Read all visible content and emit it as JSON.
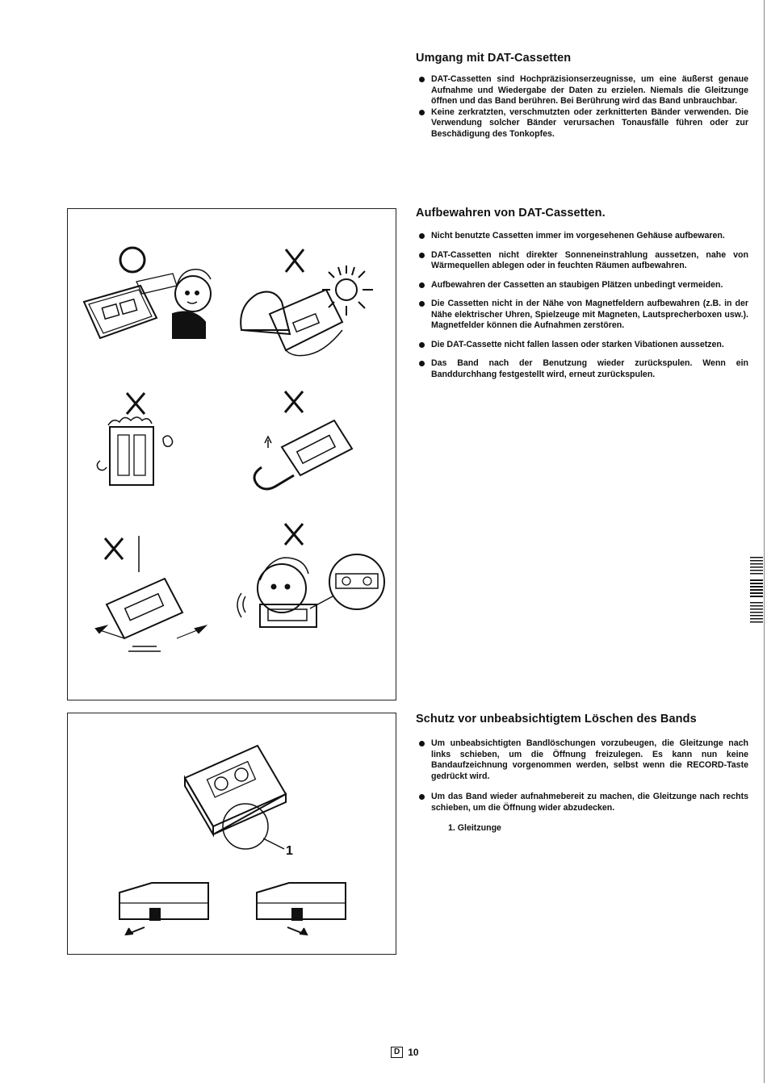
{
  "section_handling": {
    "title": "Umgang mit DAT-Cassetten",
    "bullets": [
      "DAT-Cassetten sind Hochpräzisionserzeugnisse, um eine äußerst genaue Aufnahme und Wiedergabe der Daten zu erzielen. Niemals die Gleitzunge öffnen und das Band berühren. Bei Berührung wird das Band unbrauchbar.",
      "Keine zerkratzten, verschmutzten oder zerknitterten Bänder verwenden. Die Verwendung solcher Bänder verursachen Tonausfälle führen oder zur Beschädigung des Tonkopfes."
    ]
  },
  "section_storage": {
    "title": "Aufbewahren von DAT-Cassetten.",
    "bullets": [
      "Nicht benutzte Cassetten immer im vorgesehenen Gehäuse aufbewaren.",
      "DAT-Cassetten nicht direkter Sonneneinstrahlung aussetzen, nahe von Wärmequellen ablegen oder in feuchten Räumen aufbewahren.",
      "Aufbewahren der Cassetten an staubigen Plätzen unbedingt vermeiden.",
      "Die Cassetten nicht in der Nähe von Magnetfeldern aufbewahren (z.B. in der Nähe elektrischer Uhren, Spielzeuge mit Magneten, Lautsprecherboxen usw.). Magnetfelder können die Aufnahmen zerstören.",
      "Die DAT-Cassette nicht fallen lassen oder starken Vibationen aussetzen.",
      "Das Band nach der Benutzung wieder zurückspulen. Wenn ein Banddurchhang festgestellt wird, erneut zurückspulen."
    ]
  },
  "section_erase": {
    "title": "Schutz vor unbeabsichtigtem Löschen des Bands",
    "bullets": [
      "Um unbeabsichtigten Bandlöschungen vorzubeugen, die Gleitzunge nach links schieben, um die Öffnung freizulegen. Es kann nun keine Bandaufzeichnung vorgenommen werden, selbst wenn die RECORD-Taste gedrückt wird.",
      "Um das Band wieder aufnahmebereit zu machen, die Gleitzunge nach rechts schieben, um die Öffnung wider abzudecken."
    ],
    "numbered_item": "1. Gleitzunge"
  },
  "figure_storage": {
    "marks": [
      "O",
      "X",
      "X",
      "X",
      "X",
      "X"
    ]
  },
  "figure_tab": {
    "callout": "1"
  },
  "footer": {
    "lang_box": "D",
    "page_number": "10"
  }
}
